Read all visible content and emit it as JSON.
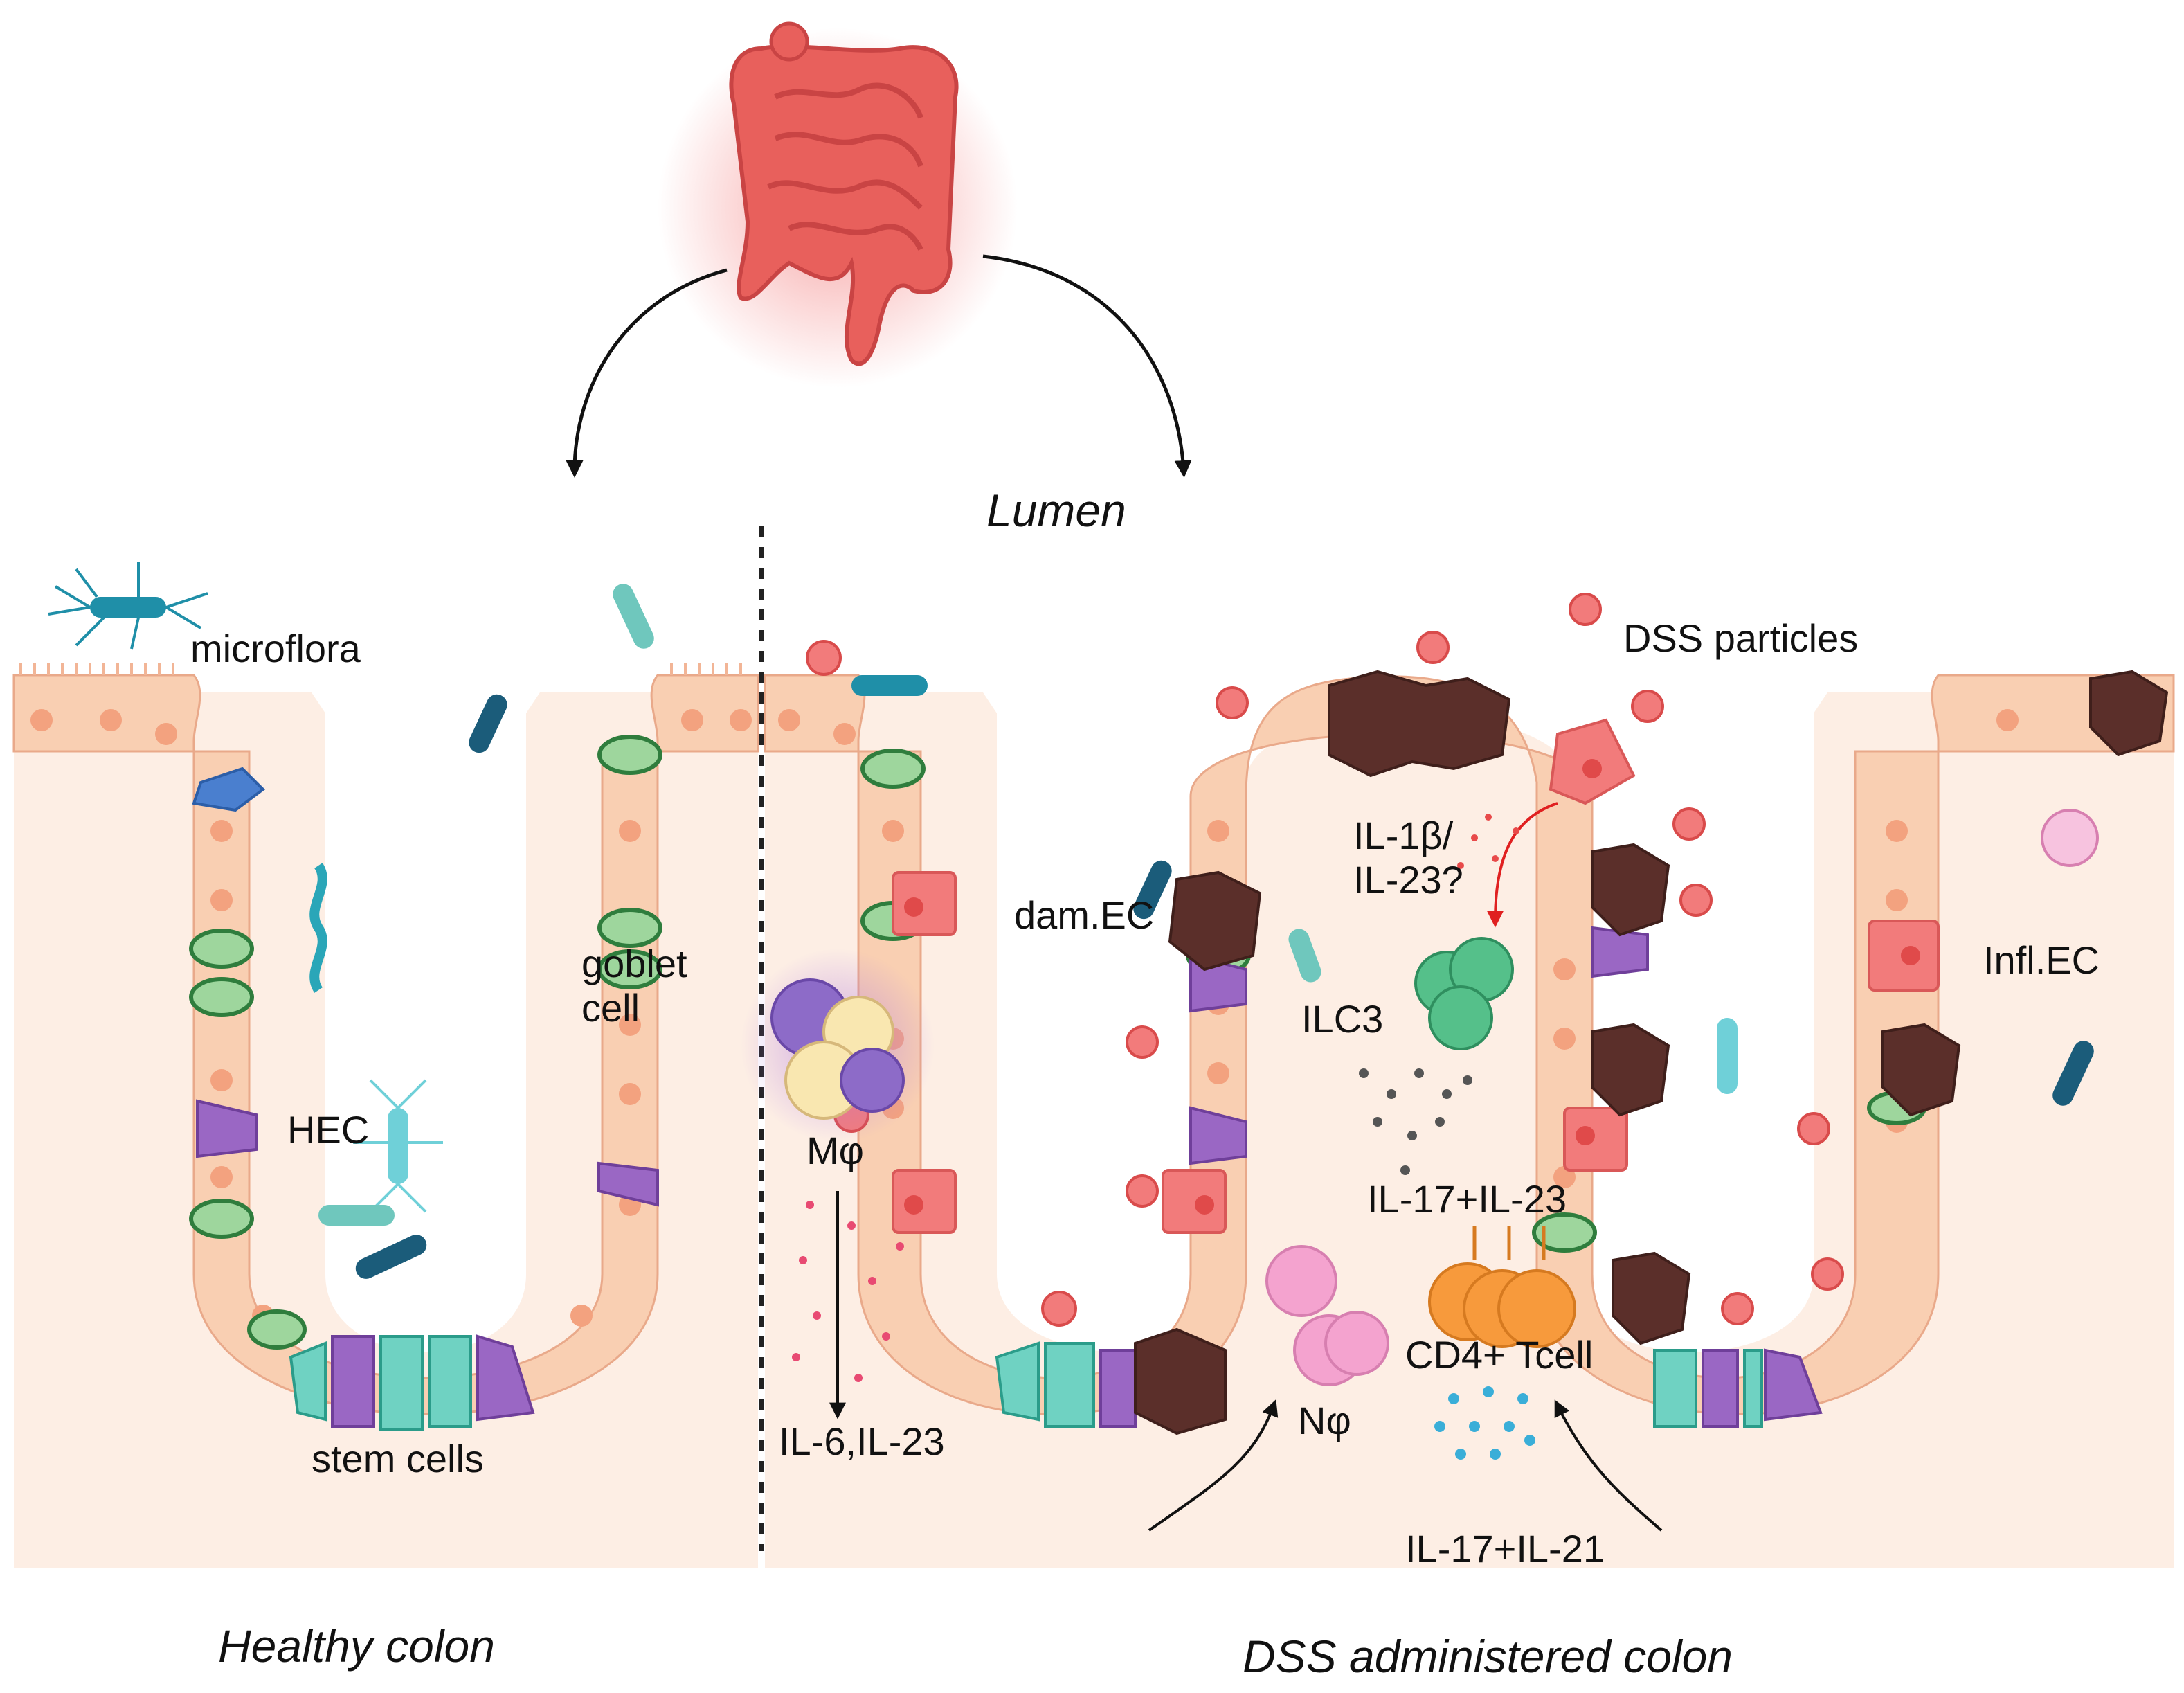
{
  "labels": {
    "lumen": "Lumen",
    "microflora": "microflora",
    "goblet_cell": "goblet\ncell",
    "hec": "HEC",
    "stem_cells": "stem cells",
    "macrophage": "Mφ",
    "il6_il23": "IL-6,IL-23",
    "dam_ec": "dam.EC",
    "il1b_il23": "IL-1β/\nIL-23?",
    "ilc3": "ILC3",
    "il17_il23": "IL-17+IL-23",
    "dss_particles": "DSS particles",
    "infl_ec": "Infl.EC",
    "cd4_tcell": "CD4+ Tcell",
    "neutrophil": "Nφ",
    "il17_il21": "IL-17+IL-21",
    "healthy_colon": "Healthy colon",
    "dss_colon": "DSS administered colon"
  },
  "colors": {
    "tissue": "#fdeee4",
    "epithelium": "#f9cfb2",
    "nucleus": "#f3a27f",
    "goblet": "#3f9a4e",
    "dss_particle": "#f26b6b",
    "damaged_cell": "#5b2f2a",
    "inflamed_cell": "#f27b7b",
    "macrophage": "#8d6bc8",
    "ilc3": "#55c08a",
    "tcell": "#f79a3c",
    "neutrophil": "#f4a3cf",
    "colon_organ": "#e8605c",
    "bacteria": "#1f7a9c"
  }
}
